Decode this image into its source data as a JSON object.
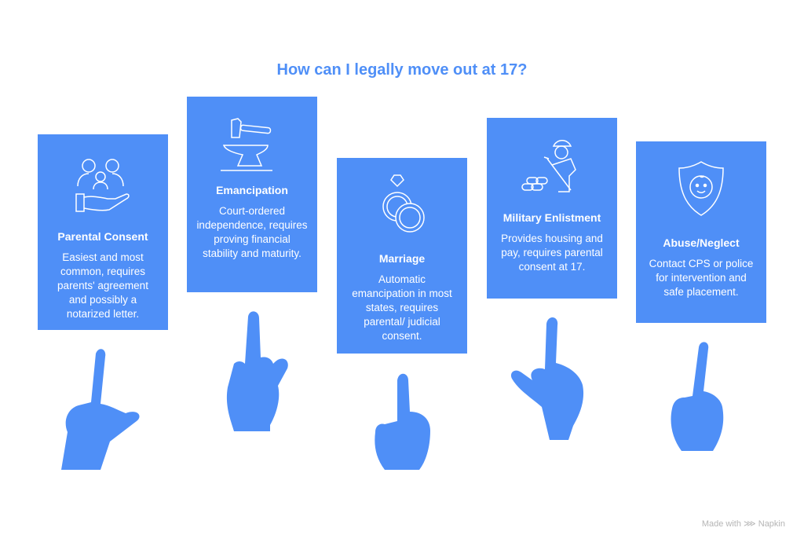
{
  "title": "How can I legally move out at 17?",
  "accent_color": "#4f8ff7",
  "cards": [
    {
      "icon": "family-in-hand-icon",
      "title": "Parental Consent",
      "text": "Easiest and most common, requires parents' agreement and possibly a notarized letter."
    },
    {
      "icon": "hammer-anvil-icon",
      "title": "Emancipation",
      "text": "Court-ordered independence, requires proving financial stability and maturity."
    },
    {
      "icon": "wedding-rings-icon",
      "title": "Marriage",
      "text": "Automatic emancipation in most states, requires parental/ judicial consent."
    },
    {
      "icon": "soldier-icon",
      "title": "Military Enlistment",
      "text": "Provides housing and pay, requires parental consent at 17."
    },
    {
      "icon": "shield-child-icon",
      "title": "Abuse/Neglect",
      "text": "Contact CPS or police for intervention and safe placement."
    }
  ],
  "footer": {
    "made_with": "Made with",
    "brand": "Napkin"
  }
}
